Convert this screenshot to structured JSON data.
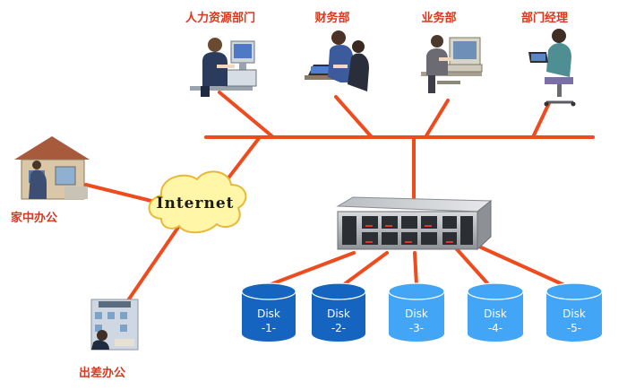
{
  "departments": [
    {
      "label": "人力资源部门",
      "icon": "person-at-desktop-computer-icon"
    },
    {
      "label": "财务部",
      "icon": "two-people-with-laptop-icon"
    },
    {
      "label": "业务部",
      "icon": "person-at-monitor-icon"
    },
    {
      "label": "部门经理",
      "icon": "manager-in-chair-icon"
    }
  ],
  "remote": [
    {
      "label": "家中办公",
      "icon": "home-office-icon"
    },
    {
      "label": "出差办公",
      "icon": "hotel-icon"
    }
  ],
  "cloud": {
    "label": "Internet"
  },
  "server": {
    "icon": "rack-server-icon"
  },
  "disks": [
    {
      "name": "Disk",
      "index": "-1-",
      "color": "#1565c0"
    },
    {
      "name": "Disk",
      "index": "-2-",
      "color": "#1565c0"
    },
    {
      "name": "Disk",
      "index": "-3-",
      "color": "#42a5f5"
    },
    {
      "name": "Disk",
      "index": "-4-",
      "color": "#42a5f5"
    },
    {
      "name": "Disk",
      "index": "-5-",
      "color": "#42a5f5"
    }
  ],
  "colors": {
    "link": "#ee4b1f",
    "label": "#d9381e",
    "cloud_fill": "#fff6a8",
    "cloud_stroke": "#e8b838"
  }
}
